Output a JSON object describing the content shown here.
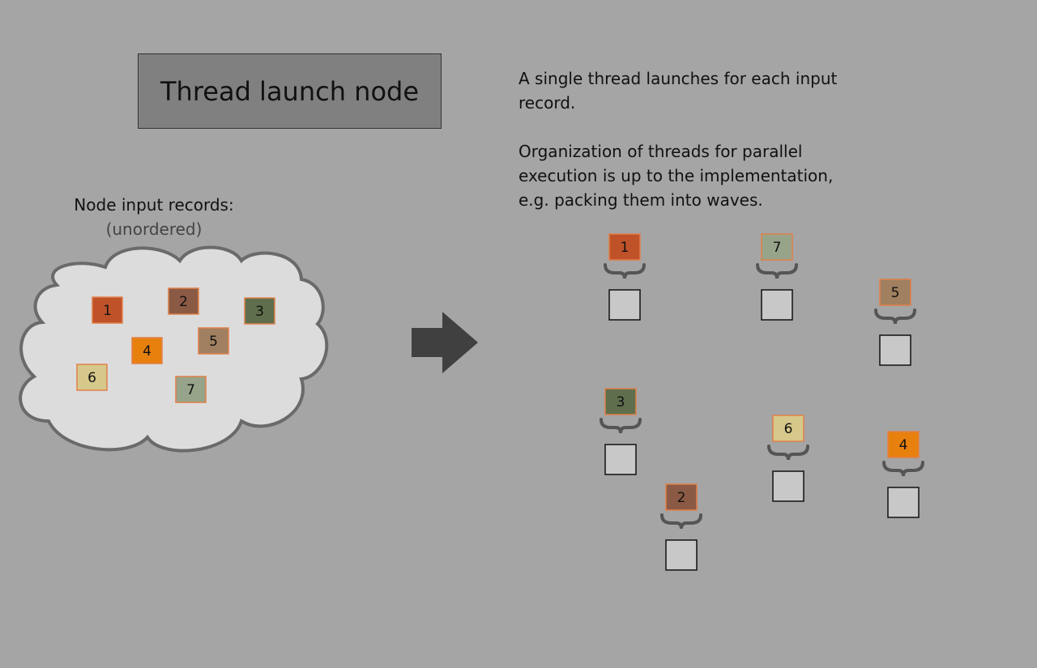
{
  "title": "Thread launch node",
  "cloud": {
    "label": "Node input records:",
    "sublabel": "(unordered)"
  },
  "description": {
    "paragraph1": "A single thread launches for each input record.",
    "paragraph2": "Organization of threads for parallel execution is up to the implementation, e.g. packing them into waves."
  },
  "colors": {
    "background": "#a5a5a5",
    "cloud_fill": "#dcdcdc",
    "cloud_stroke": "#6a6a6a",
    "arrow": "#404040",
    "record_border": "#e0804a",
    "thread_fill": "#c8c8c8"
  },
  "records": [
    {
      "id": "1",
      "color": "#c0522a"
    },
    {
      "id": "2",
      "color": "#8b5a44"
    },
    {
      "id": "3",
      "color": "#5f6e4c"
    },
    {
      "id": "4",
      "color": "#e8800e"
    },
    {
      "id": "5",
      "color": "#a08060"
    },
    {
      "id": "6",
      "color": "#d6c88a"
    },
    {
      "id": "7",
      "color": "#98a48a"
    }
  ]
}
